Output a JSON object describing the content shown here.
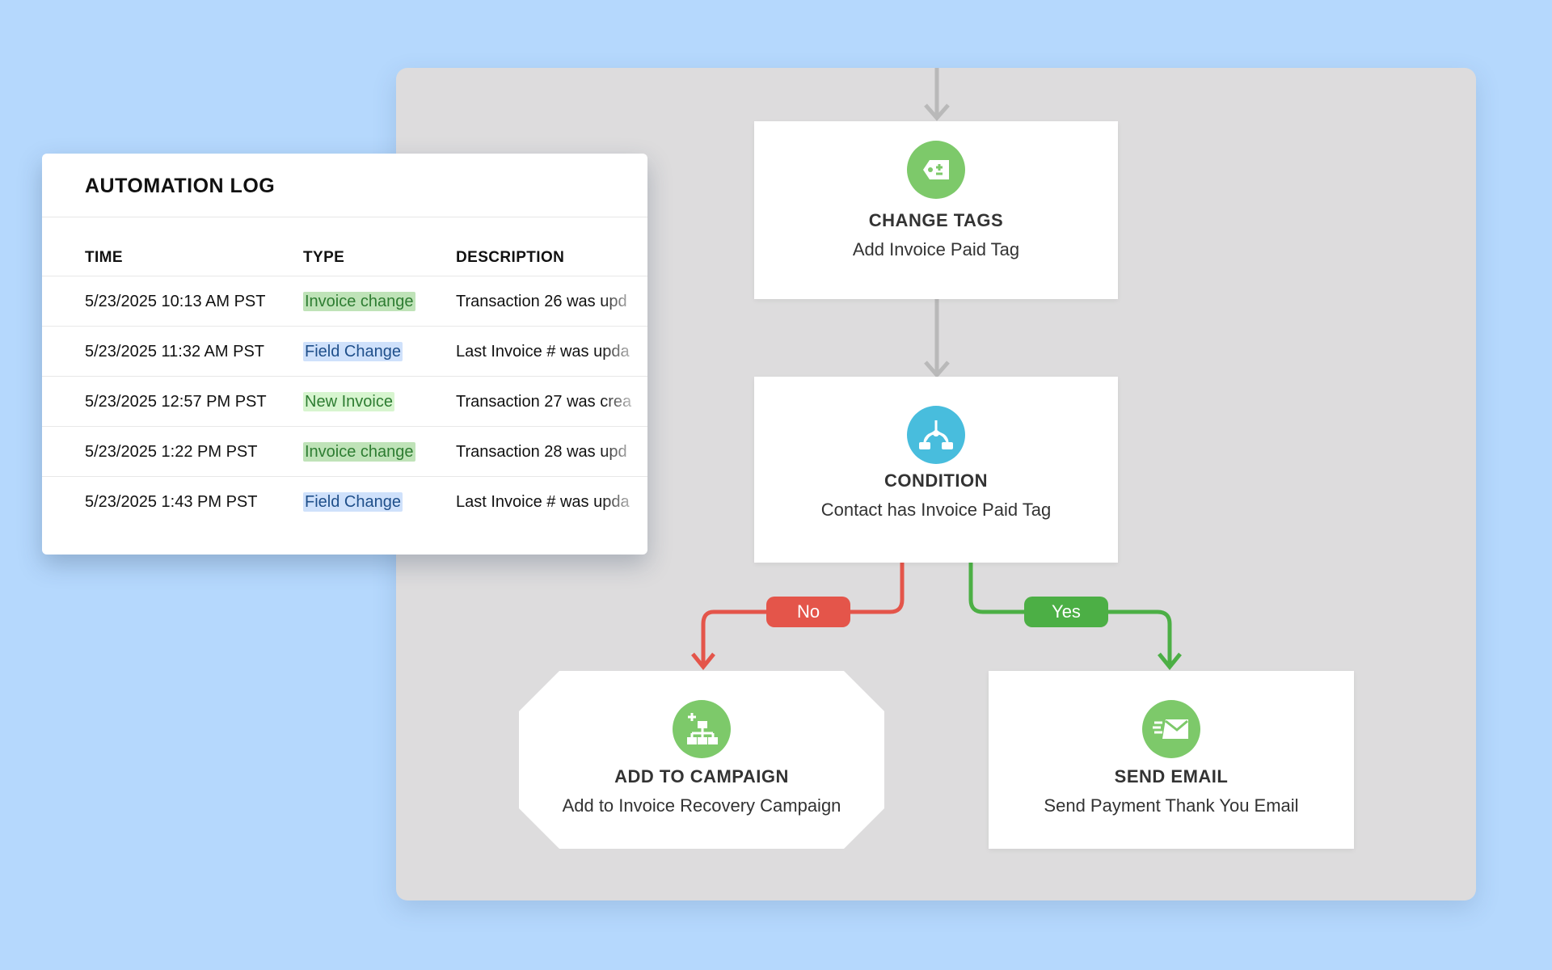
{
  "log": {
    "title": "AUTOMATION LOG",
    "columns": {
      "time": "TIME",
      "type": "TYPE",
      "description": "DESCRIPTION"
    },
    "rows": [
      {
        "time": "5/23/2025 10:13 AM PST",
        "type": "Invoice change",
        "type_color": "#bfe3b8",
        "type_text_color": "#2e7d32",
        "description": "Transaction 26 was upd"
      },
      {
        "time": "5/23/2025 11:32 AM PST",
        "type": "Field Change",
        "type_color": "#cfe1fb",
        "type_text_color": "#1f4f8a",
        "description": "Last Invoice # was upda"
      },
      {
        "time": "5/23/2025 12:57 PM PST",
        "type": "New Invoice",
        "type_color": "#d7f5cf",
        "type_text_color": "#2e7d32",
        "description": "Transaction 27 was crea"
      },
      {
        "time": "5/23/2025 1:22 PM PST",
        "type": "Invoice change",
        "type_color": "#bfe3b8",
        "type_text_color": "#2e7d32",
        "description": "Transaction 28 was upd"
      },
      {
        "time": "5/23/2025 1:43 PM PST",
        "type": "Field Change",
        "type_color": "#cfe1fb",
        "type_text_color": "#1f4f8a",
        "description": "Last Invoice # was upda"
      }
    ]
  },
  "flow": {
    "change_tags": {
      "title": "CHANGE TAGS",
      "subtitle": "Add Invoice Paid Tag",
      "icon": "tag-icon",
      "color": "#7dc96a"
    },
    "condition": {
      "title": "CONDITION",
      "subtitle": "Contact has Invoice Paid Tag",
      "icon": "branch-icon",
      "color": "#48bddd"
    },
    "add_campaign": {
      "title": "ADD TO CAMPAIGN",
      "subtitle": "Add to Invoice Recovery Campaign",
      "icon": "sitemap-plus-icon",
      "color": "#7dc96a"
    },
    "send_email": {
      "title": "SEND EMAIL",
      "subtitle": "Send Payment Thank You Email",
      "icon": "envelope-icon",
      "color": "#7dc96a"
    },
    "no_label": "No",
    "yes_label": "Yes",
    "no_color": "#e4554a",
    "yes_color": "#4caf45",
    "connector_color": "#b9b9b9"
  }
}
